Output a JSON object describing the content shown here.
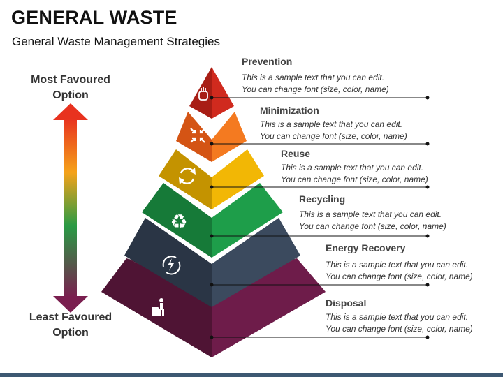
{
  "header": {
    "title": "GENERAL WASTE",
    "subtitle": "General Waste Management Strategies"
  },
  "arrow": {
    "top_label": [
      "Most Favoured",
      "Option"
    ],
    "bottom_label": [
      "Least Favoured",
      "Option"
    ]
  },
  "steps": [
    {
      "title": "Prevention",
      "line1": "This is a sample text that you can edit.",
      "line2": "You can change font (size, color, name)",
      "icon": "hand-stop-icon",
      "color": "#d02a1e"
    },
    {
      "title": "Minimization",
      "line1": "This is a sample text that you can edit.",
      "line2": "You can change font (size, color, name)",
      "icon": "compress-arrows-icon",
      "color": "#f26a1b"
    },
    {
      "title": "Reuse",
      "line1": "This is a sample text that you can edit.",
      "line2": "You can change font (size, color, name)",
      "icon": "reuse-cycle-icon",
      "color": "#f2b705"
    },
    {
      "title": "Recycling",
      "line1": "This is a sample text that you can edit.",
      "line2": "You can change font (size, color, name)",
      "icon": "recycle-icon",
      "color": "#1e9e4a"
    },
    {
      "title": "Energy Recovery",
      "line1": "This is a sample text that you can edit.",
      "line2": "You can change font (size, color, name)",
      "icon": "energy-recovery-icon",
      "color": "#3b4a5e"
    },
    {
      "title": "Disposal",
      "line1": "This is a sample text that you can edit.",
      "line2": "You can change font (size, color, name)",
      "icon": "trash-disposal-icon",
      "color": "#6e1c4a"
    }
  ]
}
